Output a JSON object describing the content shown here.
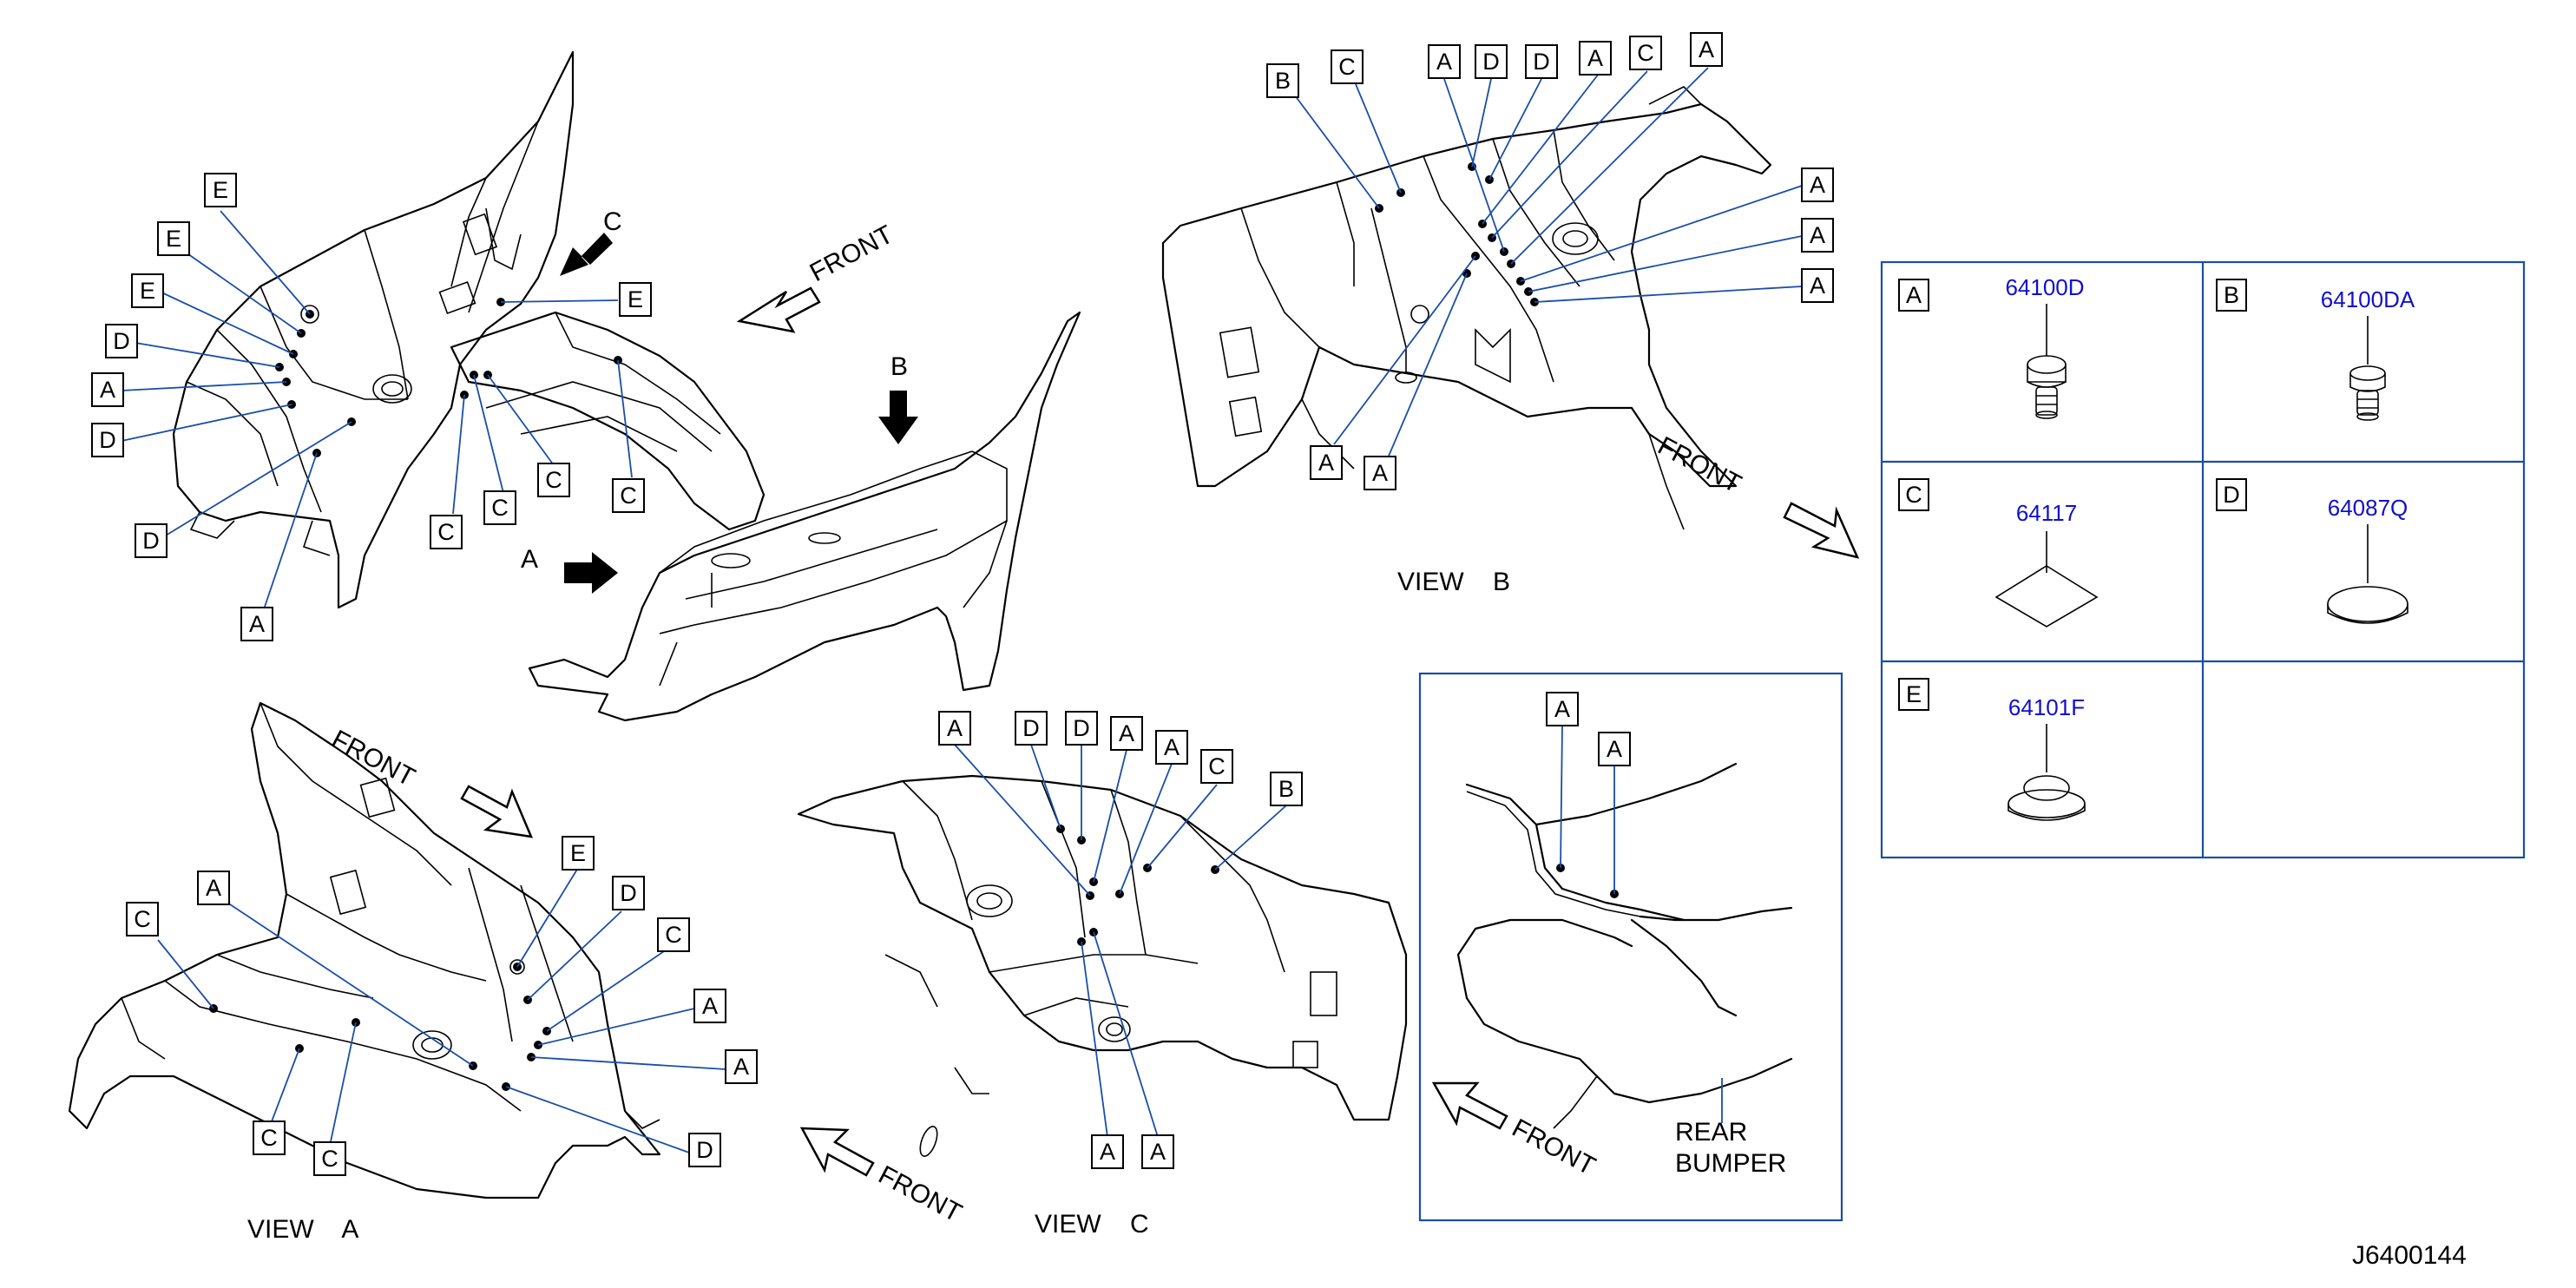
{
  "diagram_id": "J6400144",
  "views": {
    "overview": {
      "front_label": "FRONT",
      "arrow_labels": [
        "C",
        "B",
        "A"
      ],
      "callouts": [
        "E",
        "E",
        "E",
        "D",
        "A",
        "D",
        "D",
        "A",
        "E",
        "C",
        "C",
        "C",
        "C"
      ]
    },
    "view_b": {
      "title": "VIEW    B",
      "front_label": "FRONT",
      "callouts": [
        "B",
        "C",
        "A",
        "D",
        "D",
        "A",
        "C",
        "A",
        "A",
        "A",
        "A",
        "A",
        "A"
      ]
    },
    "view_a": {
      "title": "VIEW    A",
      "front_label": "FRONT",
      "callouts": [
        "C",
        "A",
        "E",
        "D",
        "C",
        "A",
        "A",
        "D",
        "C",
        "C"
      ]
    },
    "view_c": {
      "title": "VIEW    C",
      "front_label": "FRONT",
      "callouts": [
        "A",
        "D",
        "D",
        "A",
        "A",
        "C",
        "B",
        "A",
        "A"
      ]
    },
    "rear_detail": {
      "callouts": [
        "A",
        "A"
      ],
      "front_label": "FRONT",
      "bumper_label_line1": "REAR",
      "bumper_label_line2": "BUMPER"
    }
  },
  "legend": [
    {
      "letter": "A",
      "part_number": "64100D",
      "icon": "push-clip-icon"
    },
    {
      "letter": "B",
      "part_number": "64100DA",
      "icon": "push-clip-icon"
    },
    {
      "letter": "C",
      "part_number": "64117",
      "icon": "square-sealing-patch-icon"
    },
    {
      "letter": "D",
      "part_number": "64087Q",
      "icon": "round-plug-icon"
    },
    {
      "letter": "E",
      "part_number": "64101F",
      "icon": "flanged-plug-icon"
    }
  ],
  "colors": {
    "leader": "#1a4ea8",
    "part_number": "#1010cc",
    "outline": "#000000"
  }
}
